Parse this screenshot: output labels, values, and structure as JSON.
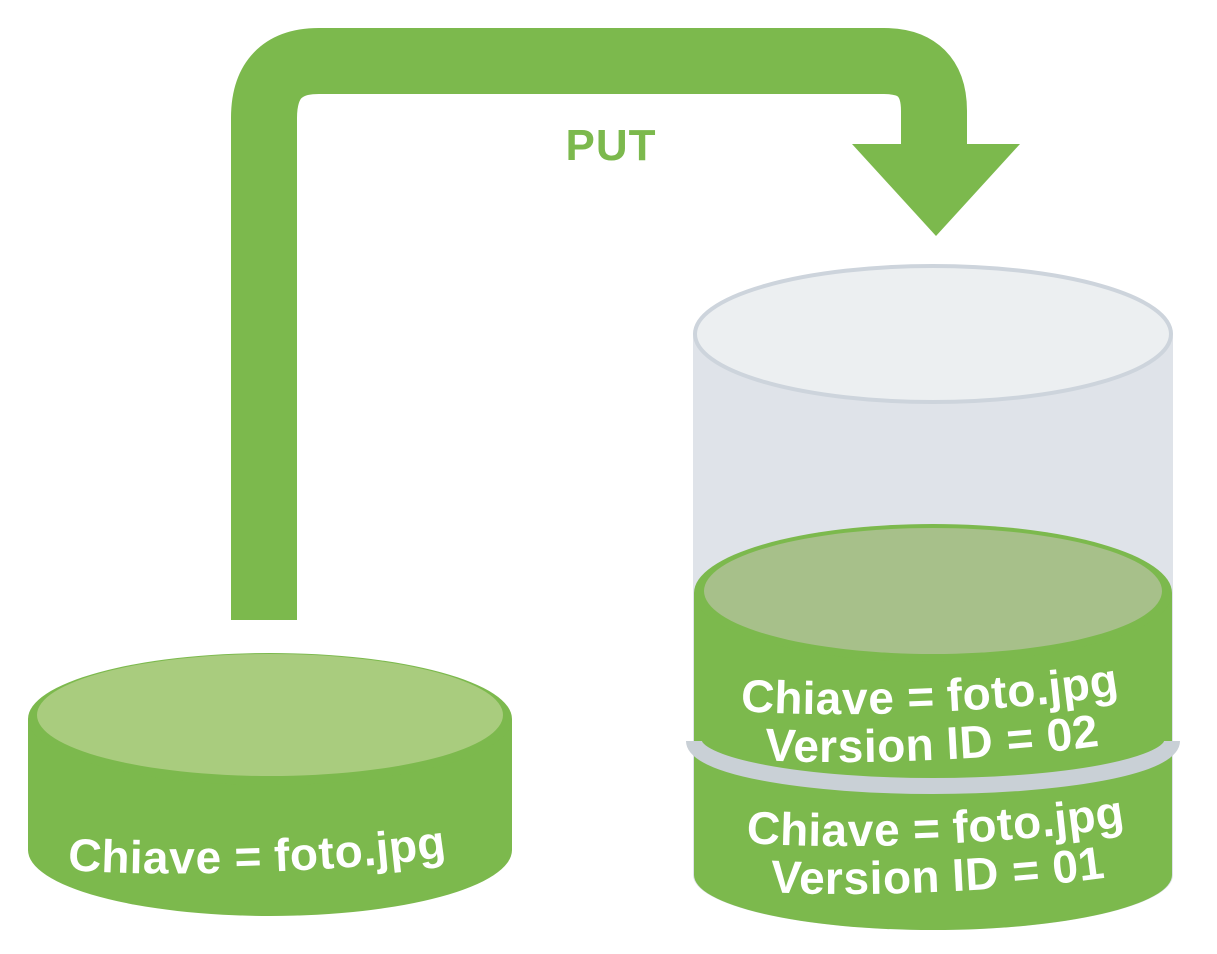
{
  "labels": {
    "put": "PUT"
  },
  "source_object": {
    "key": "Chiave = foto.jpg"
  },
  "bucket": {
    "versions": [
      {
        "key": "Chiave = foto.jpg",
        "version_id": "Version ID = 02"
      },
      {
        "key": "Chiave = foto.jpg",
        "version_id": "Version ID = 01"
      }
    ]
  },
  "colors": {
    "green": "#7CB94D",
    "disk_top_green": "#A9CC7E",
    "bucket_inner_green": "#A7C08A",
    "bucket_wall_gray": "#DFE3E9",
    "bucket_top_gray": "#ECEFF1",
    "bucket_top_rim_gray": "#CDD4DC",
    "separator_gray": "#C9D0D6",
    "label_white": "#FFFFFF"
  }
}
